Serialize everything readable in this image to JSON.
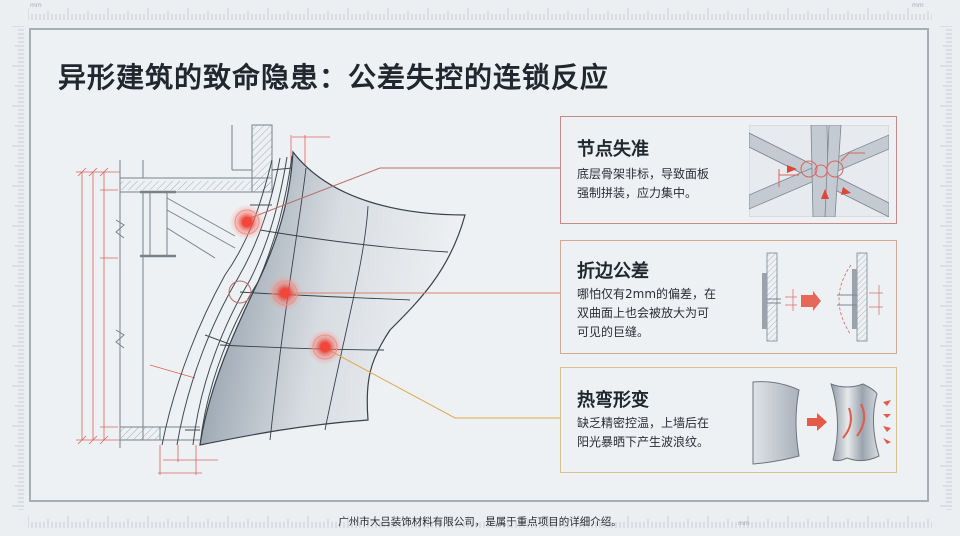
{
  "header": {
    "title": "异形建筑的致命隐患：公差失控的连锁反应"
  },
  "rulers": {
    "unit_label": "mm"
  },
  "callouts": [
    {
      "id": "node-misalignment",
      "title": "节点失准",
      "text_lines": [
        "底层骨架非标，导致面板",
        "强制拼装，应力集中。"
      ],
      "border_color": "#c98a86",
      "icon": "steel-frame-joint-illustration"
    },
    {
      "id": "fold-tolerance",
      "title": "折边公差",
      "text_lines": [
        "哪怕仅有2mm的偏差，在",
        "双曲面上也会被放大为可",
        "可见的巨缝。"
      ],
      "border_color": "#d5a98c",
      "icon": "panel-gap-section-illustration"
    },
    {
      "id": "thermal-deformation",
      "title": "热弯形变",
      "text_lines": [
        "缺乏精密控温，上墙后在",
        "阳光暴晒下产生波浪纹。"
      ],
      "border_color": "#dcc08e",
      "icon": "panel-warping-illustration"
    }
  ],
  "hotspots": [
    {
      "label": "upper-joint-hotspot",
      "color": "#f0463c"
    },
    {
      "label": "middle-panel-hotspot",
      "color": "#f0463c"
    },
    {
      "label": "lower-panel-hotspot",
      "color": "#f0463c"
    }
  ],
  "footer": {
    "caption": "广州市大吕装饰材料有限公司，是属于重点项目的详细介绍。"
  },
  "colors": {
    "background": "#eceff2",
    "frame": "#a9aeb4",
    "title_text": "#22272d",
    "dimension_red": "#d9645e",
    "hotspot_red": "#f0463c",
    "leader_line_1": "#b96f6a",
    "leader_line_2": "#d9826b",
    "leader_line_3": "#e0a850"
  }
}
